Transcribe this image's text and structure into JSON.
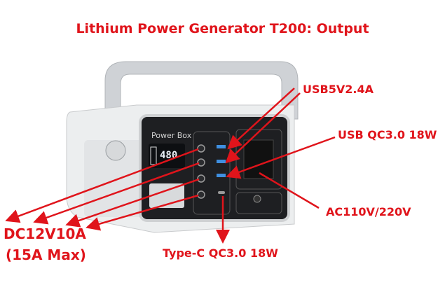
{
  "title": "Lithium Power Generator T200: Output",
  "device": {
    "brand": "Power Box",
    "display": "480",
    "color_body": "#f2f2f2",
    "color_panel": "#1e1f22"
  },
  "labels": {
    "usb_a": "USB5V2.4A",
    "usb_qc": "USB QC3.0 18W",
    "ac": "AC110V/220V",
    "type_c": "Type-C QC3.0 18W",
    "dc_line1": "DC12V10A",
    "dc_line2": "(15A Max)"
  },
  "arrow_color": "#e0141b"
}
